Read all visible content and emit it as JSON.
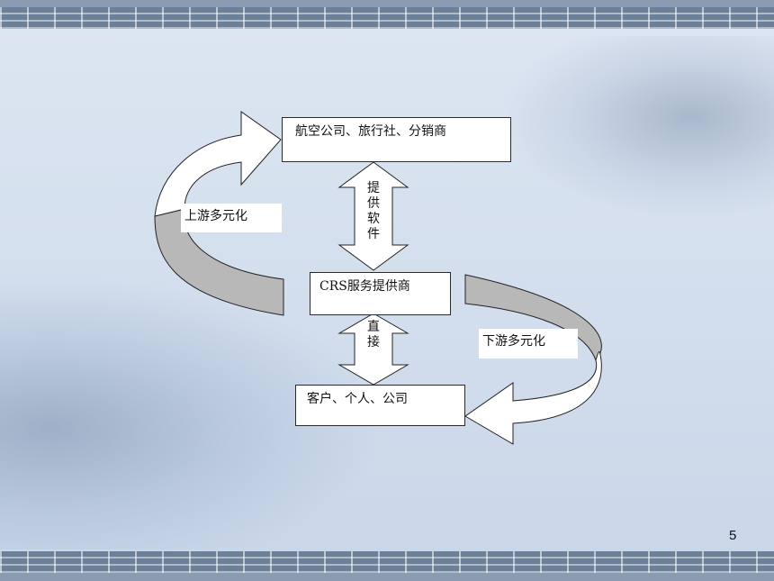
{
  "diagram": {
    "top_box": "航空公司、旅行社、分销商",
    "middle_box": "CRS服务提供商",
    "bottom_box": "客户、个人、公司",
    "upper_arrow_text": "提供软件",
    "lower_arrow_text": "直接",
    "left_label": "上游多元化",
    "right_label": "下游多元化"
  },
  "page": {
    "number": "5"
  },
  "colors": {
    "arrow_fill": "#ffffff",
    "arrow_side": "#b8b8b8",
    "stroke": "#222222"
  }
}
